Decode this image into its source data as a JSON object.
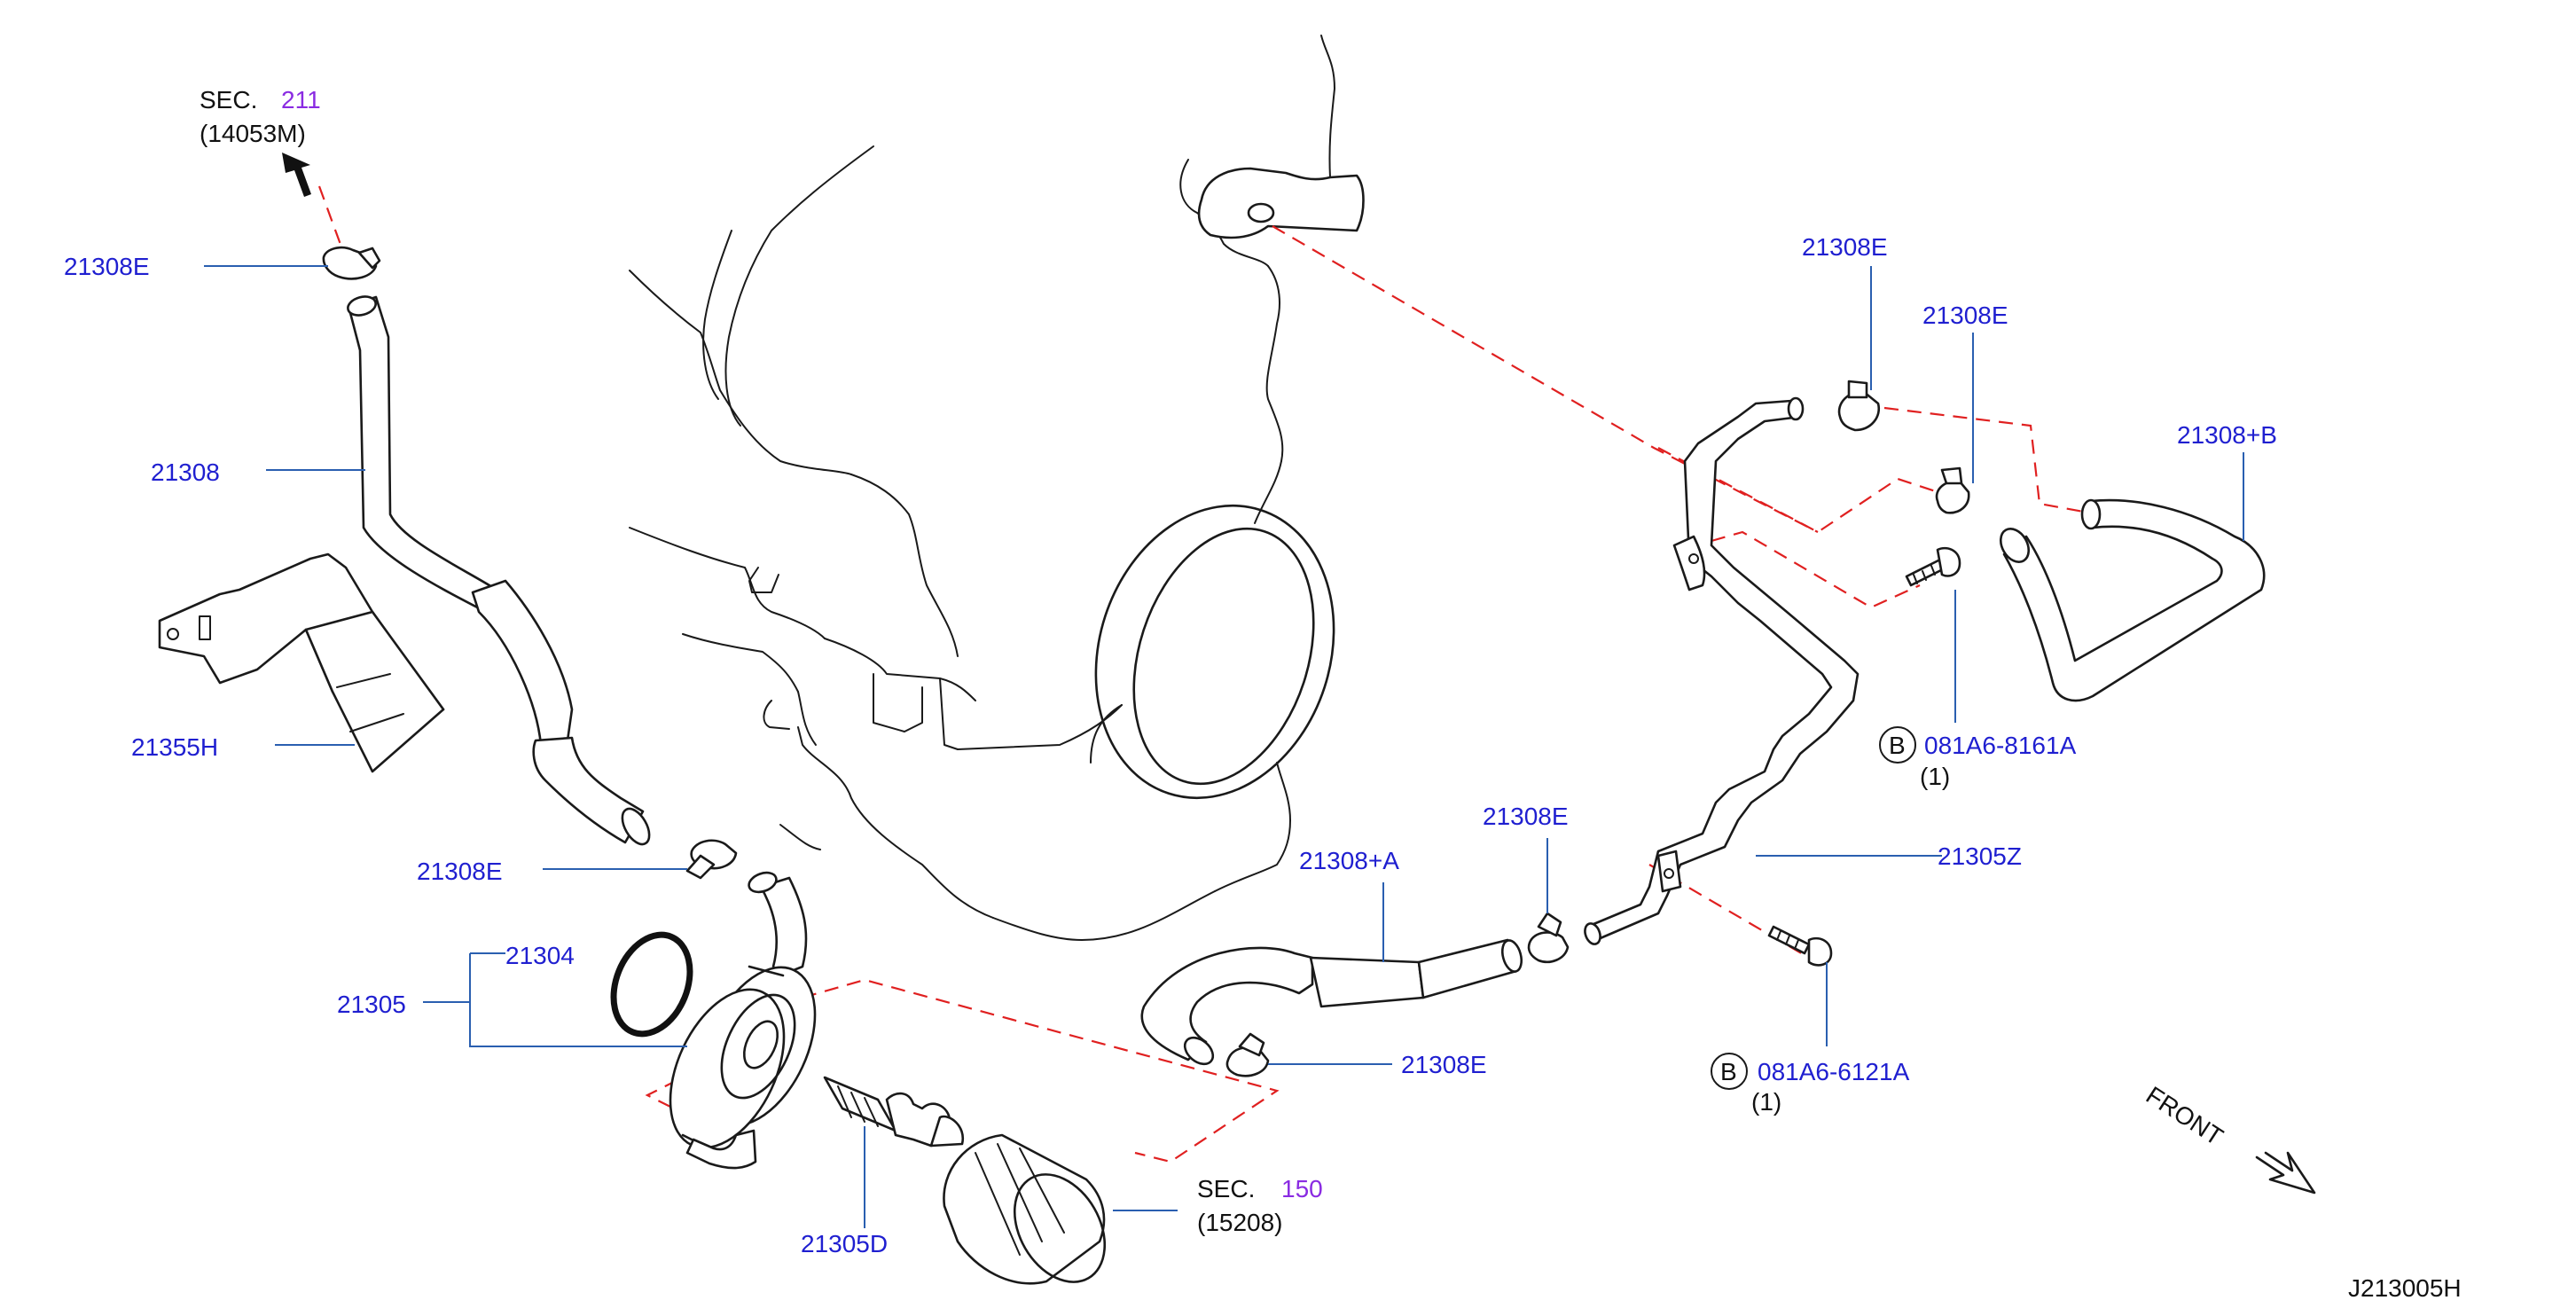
{
  "colors": {
    "part_number": "#1f1fd0",
    "section_number": "#8a2be2",
    "connector_dash": "#e02020",
    "leader": "#2a5fb0",
    "line": "#1a1a1a"
  },
  "sections": [
    {
      "id": "sec-top",
      "prefix": "SEC.",
      "number": "211",
      "code": "(14053M)"
    },
    {
      "id": "sec-bottom",
      "prefix": "SEC.",
      "number": "150",
      "code": "(15208)"
    }
  ],
  "labels": {
    "clamp_tl": "21308E",
    "hose_main": "21308",
    "bracket": "21355H",
    "clamp_ml": "21308E",
    "oring": "21304",
    "cooler_assy": "21305",
    "connector": "21305D",
    "hose_a": "21308+A",
    "clamp_mid": "21308E",
    "clamp_low": "21308E",
    "pipe": "21305Z",
    "clamp_tr1": "21308E",
    "clamp_tr2": "21308E",
    "hose_b": "21308+B",
    "bolt_upper": "081A6-8161A",
    "bolt_upper_qty": "(1)",
    "bolt_lower": "081A6-6121A",
    "bolt_lower_qty": "(1)",
    "bolt_marker": "B"
  },
  "front_label": "FRONT",
  "diagram_id": "J213005H"
}
